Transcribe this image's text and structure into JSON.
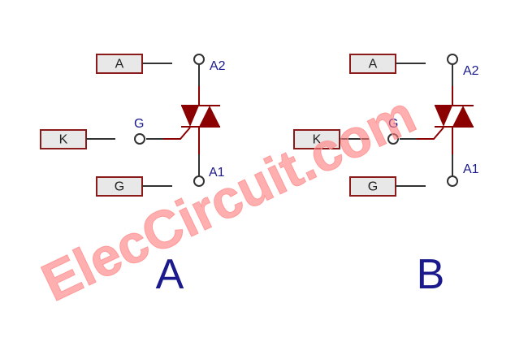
{
  "diagrams": [
    {
      "id": "A",
      "caption": "A",
      "terminal_boxes": [
        "A",
        "K",
        "G"
      ],
      "pin_labels": {
        "top": "A2",
        "gate": "G",
        "bottom": "A1"
      }
    },
    {
      "id": "B",
      "caption": "B",
      "terminal_boxes": [
        "A",
        "K",
        "G"
      ],
      "pin_labels": {
        "top": "A2",
        "gate": "G",
        "bottom": "A1"
      }
    }
  ],
  "watermark": "ElecCircuit.com",
  "colors": {
    "symbol": "#8b0000",
    "wire": "#333333",
    "label_blue": "#1a1a8c",
    "box_fill": "#e8e8e8",
    "box_border": "#8b1a1a",
    "watermark": "#ff7a7a"
  }
}
